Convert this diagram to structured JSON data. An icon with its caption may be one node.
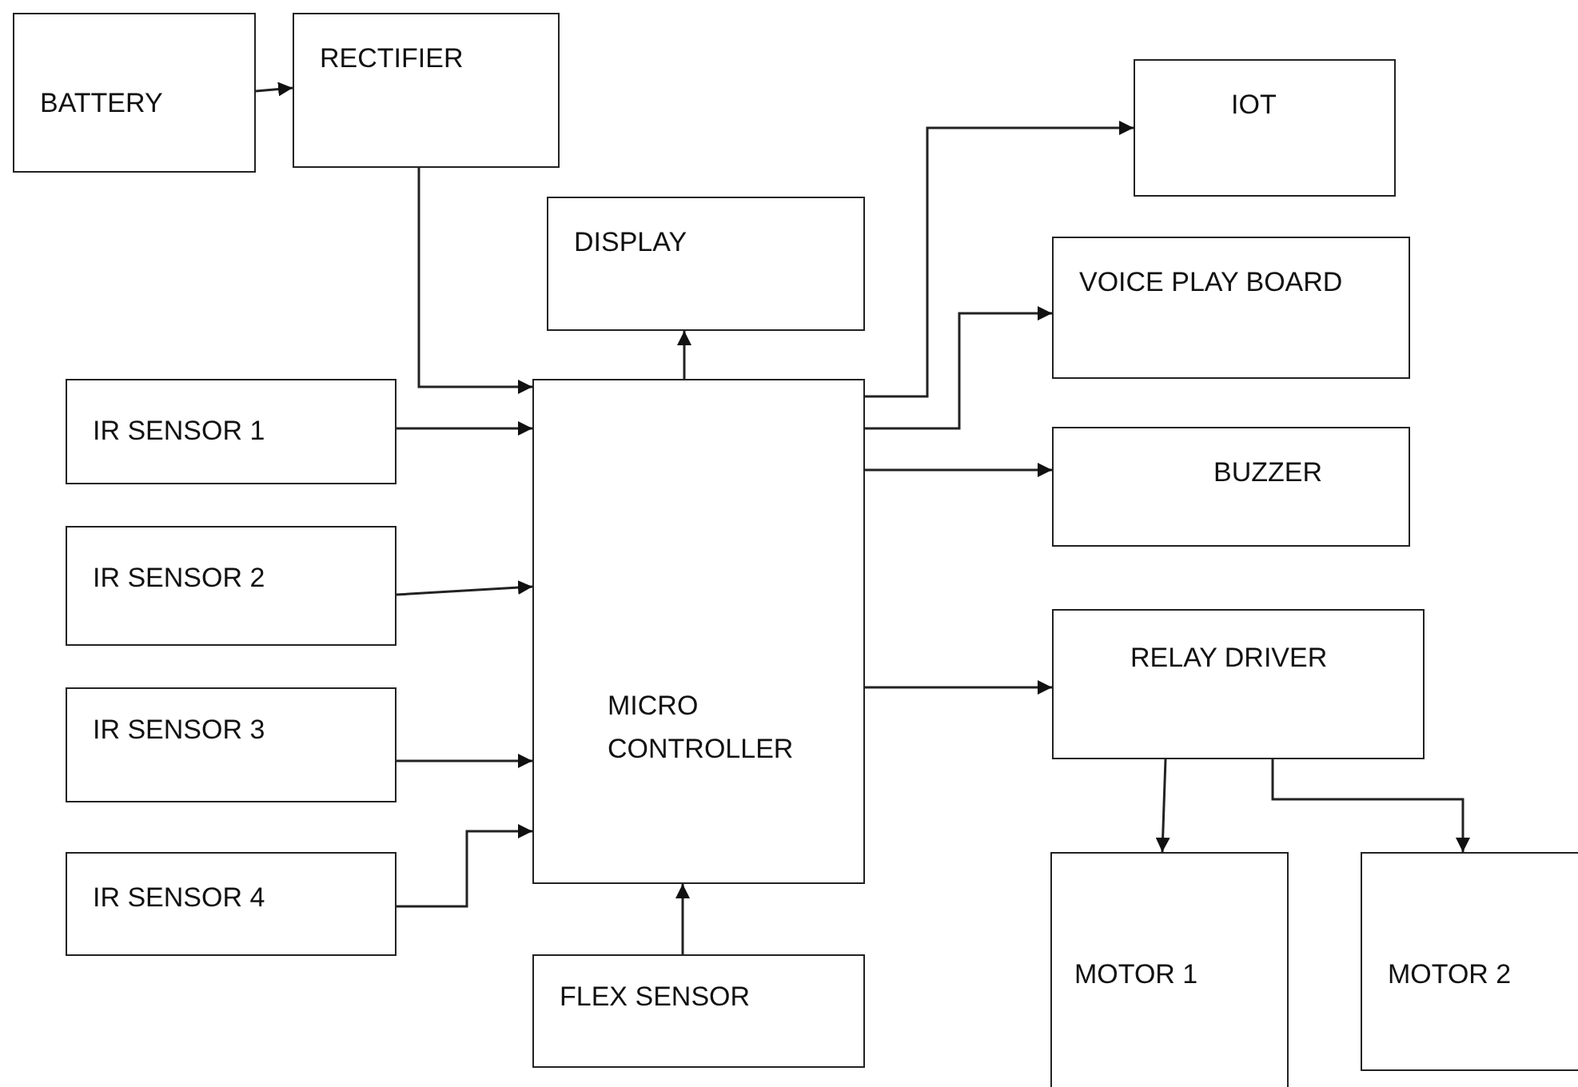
{
  "diagram": {
    "nodes": [
      {
        "text": [
          "BATTERY"
        ]
      },
      {
        "text": [
          "RECTIFIER"
        ]
      },
      {
        "text": [
          "DISPLAY"
        ]
      },
      {
        "text": [
          "IOT"
        ]
      },
      {
        "text": [
          "VOICE PLAY BOARD"
        ]
      },
      {
        "text": [
          "IR SENSOR 1"
        ]
      },
      {
        "text": [
          "MICRO CONTROLLER"
        ]
      },
      {
        "text": [
          "BUZZER"
        ]
      },
      {
        "text": [
          "IR SENSOR 2"
        ]
      },
      {
        "text": [
          "RELAY DRIVER"
        ]
      },
      {
        "text": [
          "IR SENSOR 3"
        ]
      },
      {
        "text": [
          "IR SENSOR 4"
        ]
      },
      {
        "text": [
          "MOTOR 1"
        ]
      },
      {
        "text": [
          "MOTOR 2"
        ]
      },
      {
        "text": [
          "FLEX SENSOR"
        ]
      }
    ],
    "edges": [
      {
        "from": 0,
        "to": 1,
        "arrow": "to"
      },
      {
        "from": 1,
        "to": 6,
        "arrow": "to"
      },
      {
        "from": 6,
        "to": 2,
        "arrow": "to"
      },
      {
        "from": 6,
        "to": 3,
        "arrow": "to"
      },
      {
        "from": 6,
        "to": 4,
        "arrow": "to"
      },
      {
        "from": 6,
        "to": 7,
        "arrow": "to"
      },
      {
        "from": 5,
        "to": 6,
        "arrow": "to"
      },
      {
        "from": 8,
        "to": 6,
        "arrow": "to"
      },
      {
        "from": 10,
        "to": 6,
        "arrow": "to"
      },
      {
        "from": 11,
        "to": 6,
        "arrow": "to"
      },
      {
        "from": 6,
        "to": 9,
        "arrow": "to"
      },
      {
        "from": 9,
        "to": 12,
        "arrow": "to"
      },
      {
        "from": 9,
        "to": 13,
        "arrow": "to"
      },
      {
        "from": 14,
        "to": 6,
        "arrow": "to"
      }
    ]
  }
}
